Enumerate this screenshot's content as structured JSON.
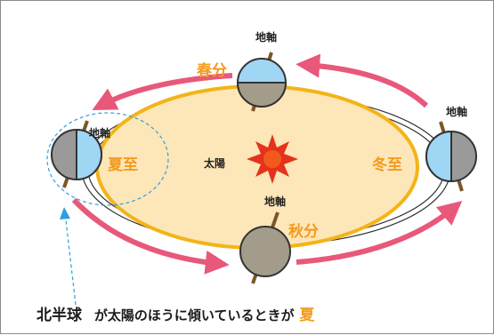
{
  "colors": {
    "orbit_fill": "#fde6b8",
    "orbit_ring": "#f3b418",
    "arrow": "#e8587a",
    "season_text": "#f39a1e",
    "sun": "#e5321b",
    "north_blue": "#2f9fe0",
    "earth_lit": "#9fd6f3",
    "earth_dark": "#9a9a9a",
    "earth_autumn": "#a39c8a",
    "axis": "#7b5628"
  },
  "labels": {
    "sun": "太陽",
    "axis_spring": "地軸",
    "axis_summer": "地軸",
    "axis_winter": "地軸",
    "axis_autumn": "地軸",
    "spring": "春分",
    "summer": "夏至",
    "winter": "冬至",
    "autumn": "秋分"
  },
  "caption": {
    "highlight": "北半球",
    "rest": "が太陽のほうに傾いているときが",
    "season": "夏"
  }
}
